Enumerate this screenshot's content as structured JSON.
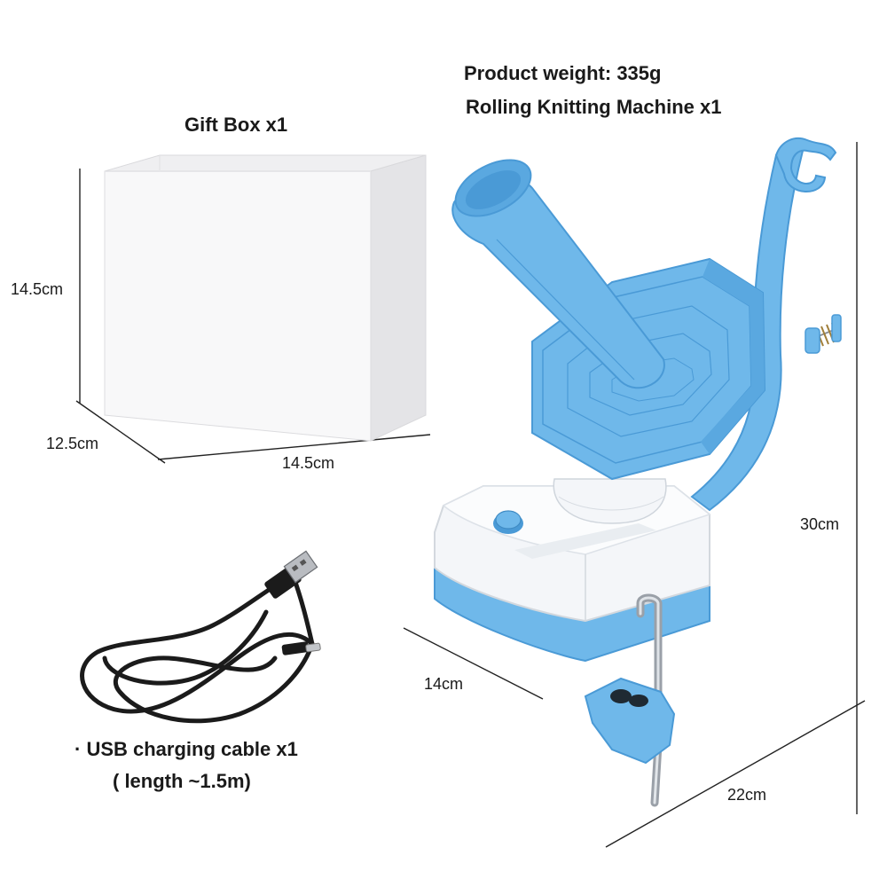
{
  "texts": {
    "product_weight": "Product weight: 335g",
    "machine": "Rolling Knitting Machine x1",
    "gift_box": "Gift Box x1",
    "usb_cable": "· USB charging cable x1",
    "cable_length": "( length ~1.5m)"
  },
  "dimensions": {
    "box_height": "14.5cm",
    "box_depth": "12.5cm",
    "box_width": "14.5cm",
    "machine_height": "30cm",
    "machine_depth": "14cm",
    "machine_width": "22cm"
  },
  "colors": {
    "machine_blue": "#6fb8ea",
    "machine_blue_dark": "#4a9ad6",
    "base_white": "#f4f6f9",
    "box_face": "#f7f7f8",
    "cable": "#1b1b1b"
  }
}
